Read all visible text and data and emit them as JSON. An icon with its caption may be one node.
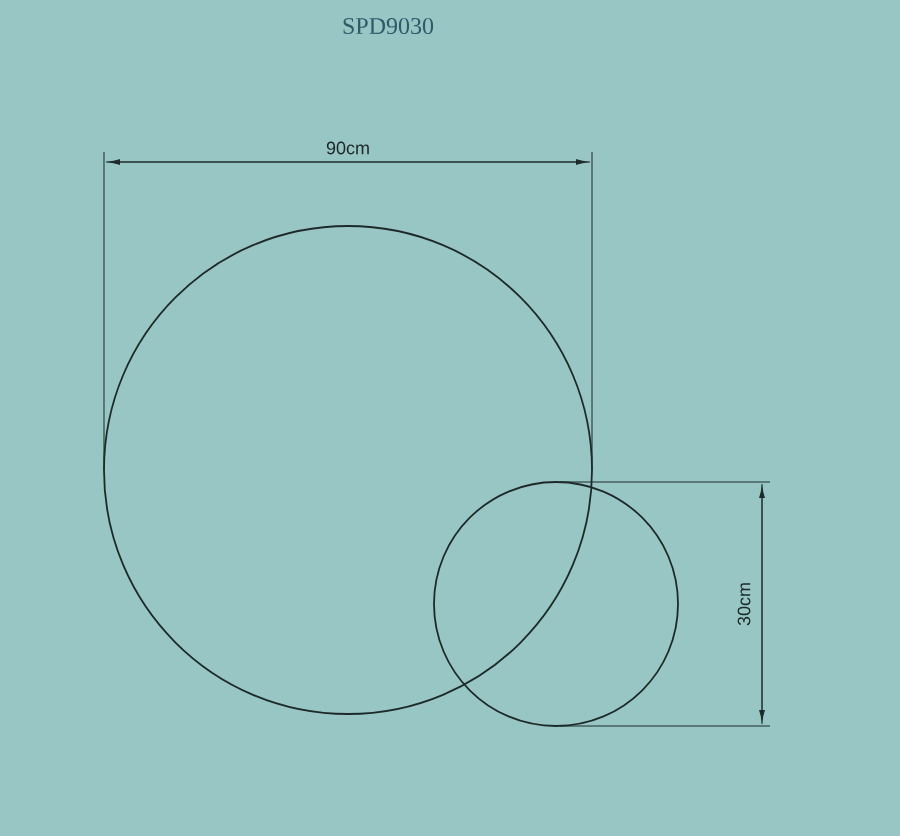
{
  "diagram": {
    "labels": [
      "SPD9030",
      "90cm",
      "30cm"
    ]
  }
}
